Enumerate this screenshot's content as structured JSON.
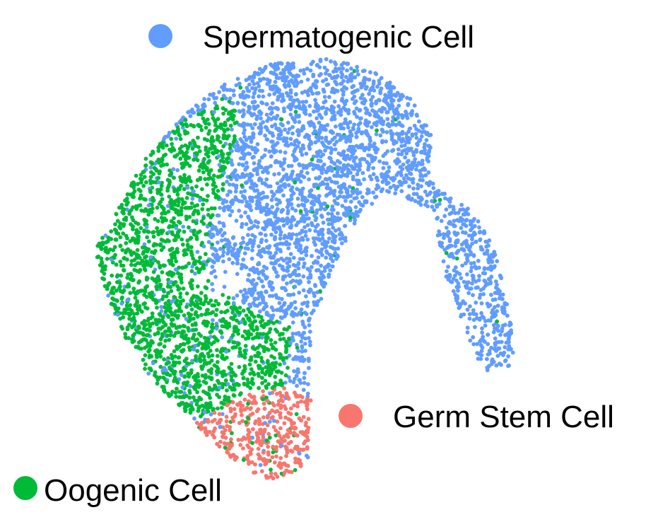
{
  "chart_data": {
    "type": "scatter",
    "title": "",
    "xlabel": "",
    "ylabel": "",
    "axes_visible": false,
    "grid": false,
    "legend": "labels placed next to each cluster",
    "series": [
      {
        "name": "Spermatogenic Cell",
        "color": "#619CFF",
        "description": "Largest cluster forming an arch across the top and right, ending in a tail on the right side"
      },
      {
        "name": "Germ Stem Cell",
        "color": "#F8766D",
        "description": "Small compact cluster at the bottom center"
      },
      {
        "name": "Oogenic Cell",
        "color": "#00BA38",
        "description": "Cluster on the left side of the embedding"
      }
    ]
  }
}
